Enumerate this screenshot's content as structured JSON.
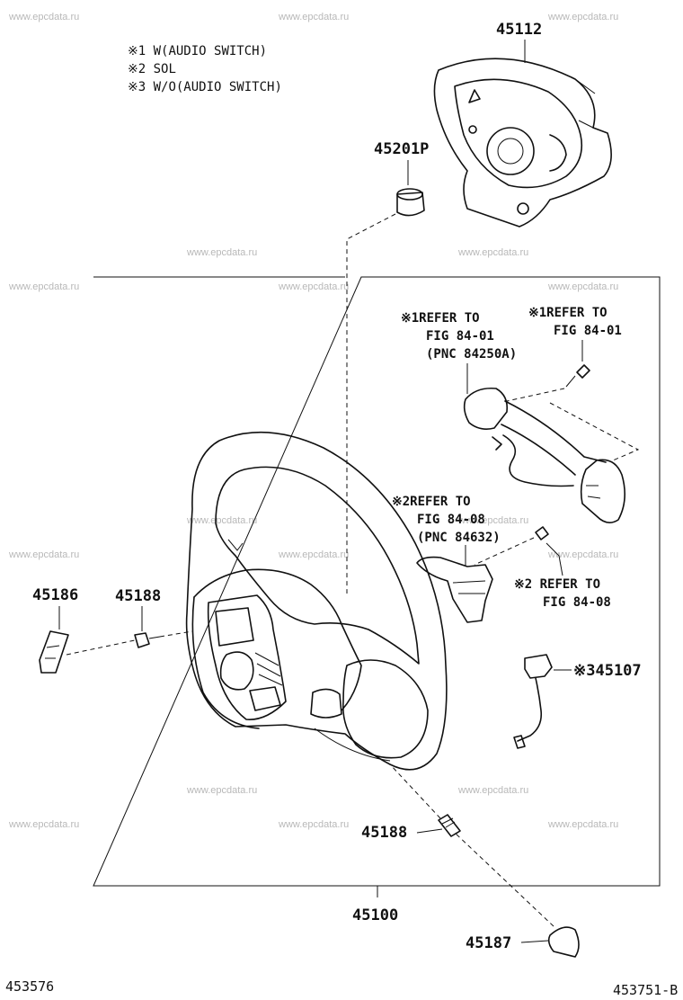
{
  "notes": {
    "n1": "※1 W(AUDIO SWITCH)",
    "n2": "※2 SOL",
    "n3": "※3 W/O(AUDIO SWITCH)"
  },
  "parts": {
    "p45112": "45112",
    "p45201P": "45201P",
    "p45186": "45186",
    "p45188_left": "45188",
    "p45188_bottom": "45188",
    "p345107": "※345107",
    "p45100": "45100",
    "p45187": "45187"
  },
  "refs": {
    "ref1a": [
      "※1REFER TO",
      "FIG 84-01",
      "(PNC 84250A)"
    ],
    "ref1b": [
      "※1REFER TO",
      "FIG 84-01"
    ],
    "ref2a": [
      "※2REFER TO",
      "FIG 84-08",
      "(PNC 84632)"
    ],
    "ref2b": [
      "※2 REFER TO",
      "FIG 84-08"
    ]
  },
  "footer": {
    "left_code": "453576",
    "right_code": "453751-B"
  },
  "watermark": "www.epcdata.ru"
}
